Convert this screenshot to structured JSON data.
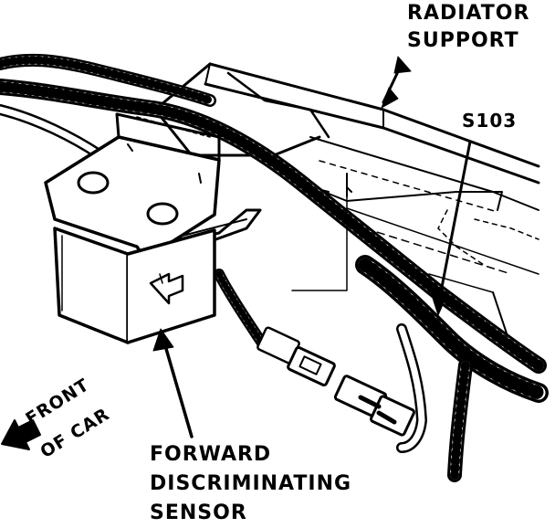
{
  "labels": {
    "radiator_line1": "RADIATOR",
    "radiator_line2": "SUPPORT",
    "splice": "S103",
    "front_line1": "FRONT",
    "front_line2": "OF CAR",
    "sensor_line1": "FORWARD",
    "sensor_line2": "DISCRIMINATING",
    "sensor_line3": "SENSOR"
  },
  "colors": {
    "ink": "#000000",
    "paper": "#ffffff"
  }
}
